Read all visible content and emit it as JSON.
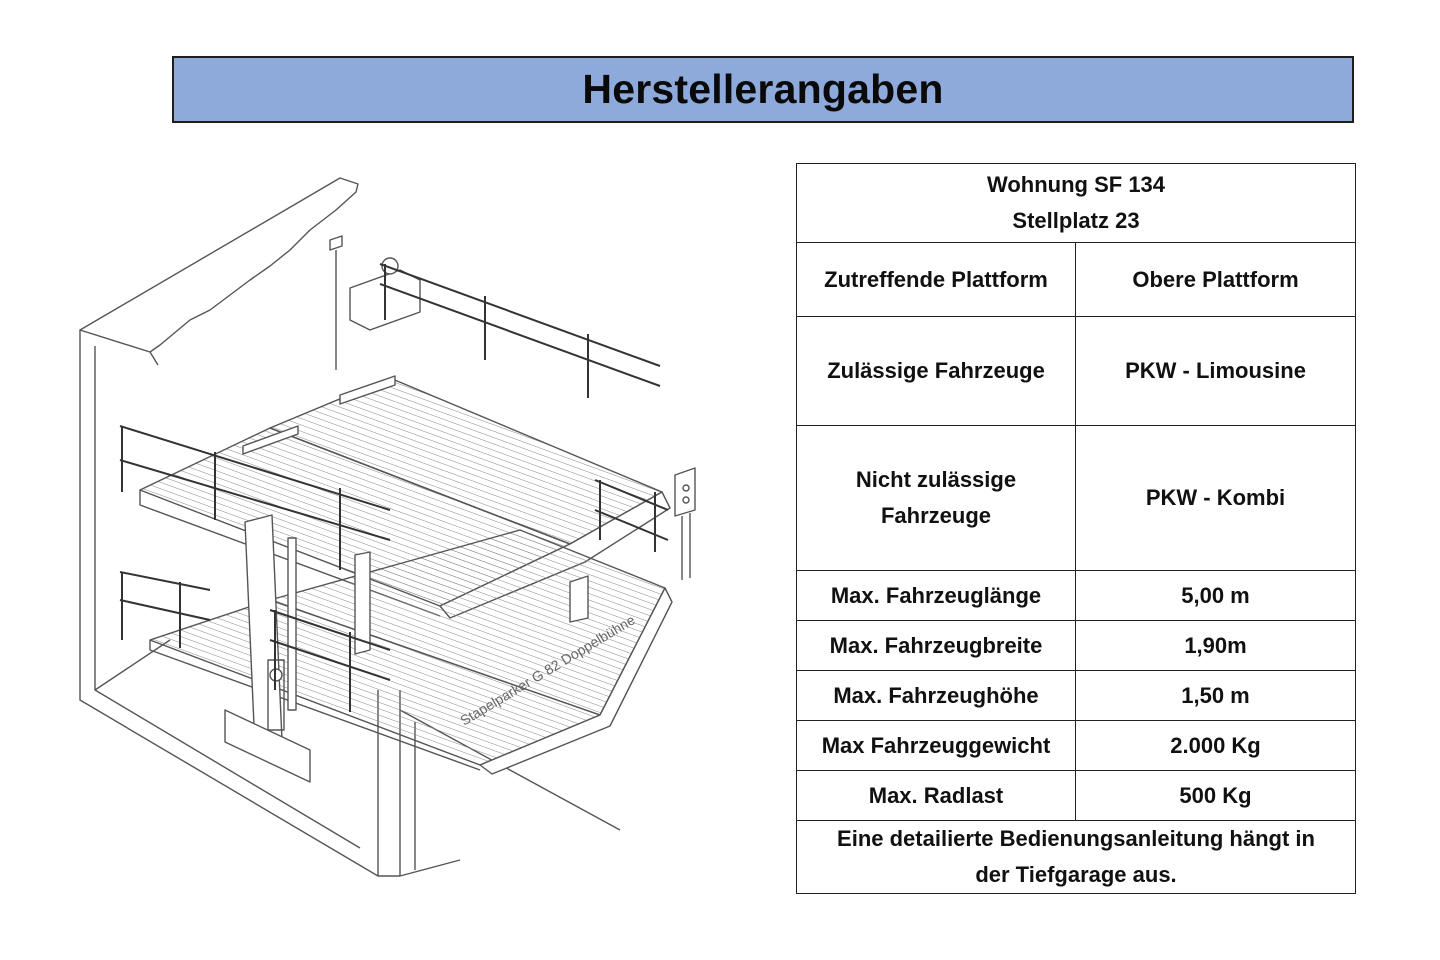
{
  "header": {
    "title": "Herstellerangaben",
    "background_color": "#8eaadb"
  },
  "illustration": {
    "description": "Isometric line drawing of a double-deck stacker parking platform",
    "caption": "Stapelparker G 82 Doppelbühne"
  },
  "spec_table": {
    "heading": {
      "line1": "Wohnung SF 134",
      "line2": "Stellplatz 23"
    },
    "rows": [
      {
        "label": "Zutreffende Plattform",
        "value": "Obere Plattform"
      },
      {
        "label": "Zulässige Fahrzeuge",
        "value": "PKW - Limousine"
      },
      {
        "label_line1": "Nicht zulässige",
        "label_line2": "Fahrzeuge",
        "value": "PKW - Kombi"
      },
      {
        "label": "Max. Fahrzeuglänge",
        "value": "5,00 m"
      },
      {
        "label": "Max. Fahrzeugbreite",
        "value": "1,90m"
      },
      {
        "label": "Max. Fahrzeughöhe",
        "value": "1,50 m"
      },
      {
        "label": "Max Fahrzeuggewicht",
        "value": "2.000 Kg"
      },
      {
        "label": "Max. Radlast",
        "value": "500 Kg"
      }
    ],
    "footer_note": {
      "line1": "Eine detailierte Bedienungsanleitung hängt in",
      "line2": "der Tiefgarage aus."
    }
  }
}
